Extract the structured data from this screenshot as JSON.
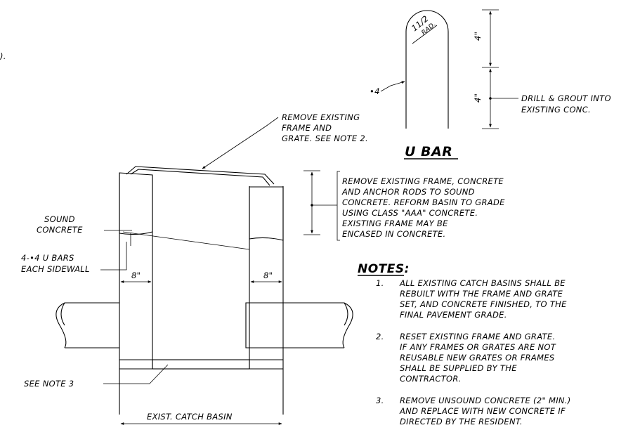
{
  "fragment": ").",
  "u_bar": {
    "title": "U BAR",
    "radius_lines": [
      "11/2",
      "RAD."
    ],
    "bar_size": "•4",
    "dim_upper": "4\"",
    "dim_lower": "4\"",
    "drill_note": [
      "DRILL & GROUT INTO",
      "EXISTING CONC."
    ]
  },
  "section": {
    "remove_frame_note": [
      "REMOVE EXISTING",
      "FRAME AND",
      "GRATE. SEE NOTE 2."
    ],
    "remove_concrete_note": [
      "REMOVE EXISTING FRAME, CONCRETE",
      "AND ANCHOR RODS TO SOUND",
      "CONCRETE. REFORM BASIN TO GRADE",
      "USING CLASS \"AAA\" CONCRETE.",
      "EXISTING FRAME MAY BE",
      "ENCASED IN CONCRETE."
    ],
    "sound_concrete": [
      "SOUND",
      "CONCRETE"
    ],
    "u_bars": [
      "4-•4 U BARS",
      "EACH SIDEWALL"
    ],
    "dim_left": "8\"",
    "dim_right": "8\"",
    "see_note_3": "SEE NOTE 3",
    "basin_label": "EXIST. CATCH BASIN"
  },
  "notes": {
    "heading": "NOTES:",
    "items": [
      {
        "num": "1.",
        "lines": [
          "ALL EXISTING CATCH BASINS SHALL BE",
          "REBUILT WITH THE FRAME AND GRATE",
          "SET, AND CONCRETE FINISHED, TO THE",
          "FINAL PAVEMENT GRADE."
        ]
      },
      {
        "num": "2.",
        "lines": [
          "RESET EXISTING FRAME AND GRATE.",
          "IF ANY FRAMES OR GRATES ARE NOT",
          "REUSABLE NEW GRATES OR FRAMES",
          "SHALL BE SUPPLIED BY THE",
          "CONTRACTOR."
        ]
      },
      {
        "num": "3.",
        "lines": [
          "REMOVE UNSOUND CONCRETE (2\" MIN.)",
          "AND REPLACE WITH NEW CONCRETE IF",
          "DIRECTED BY THE RESIDENT."
        ]
      }
    ]
  }
}
